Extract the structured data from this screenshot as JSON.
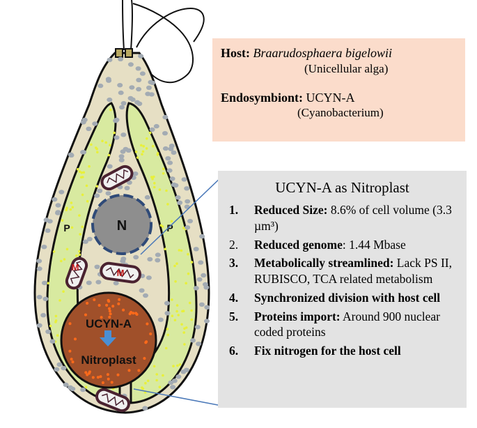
{
  "host_box": {
    "host_label": "Host:",
    "host_species": "Braarudosphaera bigelowii",
    "host_desc": "(Unicellular alga)",
    "endo_label": "Endosymbiont:",
    "endo_name": "UCYN-A",
    "endo_desc": "(Cyanobacterium)"
  },
  "nitroplast_box": {
    "title": "UCYN-A as Nitroplast",
    "items": [
      {
        "num": "1.",
        "bold": "Reduced Size:",
        "text": " 8.6% of cell volume (3.3 µm³)"
      },
      {
        "num": "2.",
        "bold": "Reduced genome",
        "text": ": 1.44 Mbase"
      },
      {
        "num": "3.",
        "bold": "Metabolically streamlined:",
        "text": " Lack PS II, RUBISCO, TCA related metabolism"
      },
      {
        "num": "4.",
        "bold": "Synchronized division with host cell",
        "text": ""
      },
      {
        "num": "5.",
        "bold": "Proteins import:",
        "text": " Around 900 nuclear coded proteins"
      },
      {
        "num": "6.",
        "bold": "Fix nitrogen for the host cell",
        "text": ""
      }
    ]
  },
  "cell_labels": {
    "nucleus": "N",
    "plastid_left": "P",
    "plastid_right": "P",
    "mito_left": "M",
    "mito_center": "M",
    "ucyn": "UCYN-A",
    "nitroplast": "Nitroplast"
  },
  "colors": {
    "cytoplasm": "#e6dfc4",
    "plastid": "#d8eaa0",
    "plastid_dots": "#e8f03a",
    "vesicle": "#a3abb3",
    "nucleus": "#8e8e8e",
    "nucleus_border": "#2f4a78",
    "mito_outer": "#4a2230",
    "mito_inner": "#f0f0f0",
    "nitroplast": "#a0502a",
    "nitroplast_dots": "#ff6a1a",
    "arrow": "#4a8fd4",
    "host_box": "#fbdccb",
    "nitro_box": "#e3e3e3",
    "connector": "#4a78b8"
  }
}
